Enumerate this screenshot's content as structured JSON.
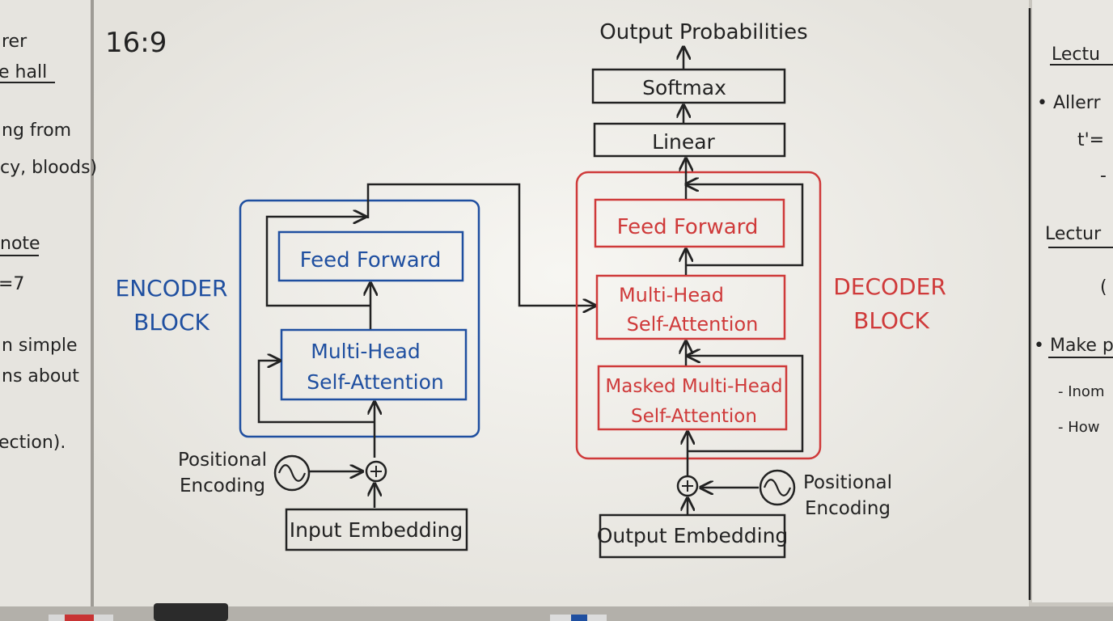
{
  "corner_label": "16:9",
  "left_panel": {
    "lines": [
      "rer",
      "e hall",
      "ng from",
      "cy, bloods)",
      "note",
      "=7",
      "n simple",
      "ns about",
      "ection)."
    ]
  },
  "right_panel": {
    "lines": [
      "Lectu",
      "• Allerr",
      "t'=",
      "-",
      "Lectur",
      "(",
      "• Make p",
      "- Inom",
      "- How"
    ]
  },
  "encoder": {
    "block_label_line1": "ENCODER",
    "block_label_line2": "BLOCK",
    "feed_forward": "Feed Forward",
    "attention_line1": "Multi-Head",
    "attention_line2": "Self-Attention",
    "positional_line1": "Positional",
    "positional_line2": "Encoding",
    "input_embedding": "Input Embedding"
  },
  "decoder": {
    "block_label_line1": "DECODER",
    "block_label_line2": "BLOCK",
    "feed_forward": "Feed Forward",
    "cross_attention_line1": "Multi-Head",
    "cross_attention_line2": "Self-Attention",
    "masked_attention_line1": "Masked Multi-Head",
    "masked_attention_line2": "Self-Attention",
    "positional_line1": "Positional",
    "positional_line2": "Encoding",
    "output_embedding": "Output Embedding"
  },
  "head": {
    "output_probabilities": "Output Probabilities",
    "softmax": "Softmax",
    "linear": "Linear"
  },
  "colors": {
    "board": "#ebe9e4",
    "frame": "#a8a59f",
    "ink_black": "#222222",
    "ink_blue": "#1f4fa0",
    "ink_red": "#cf3a3a"
  }
}
